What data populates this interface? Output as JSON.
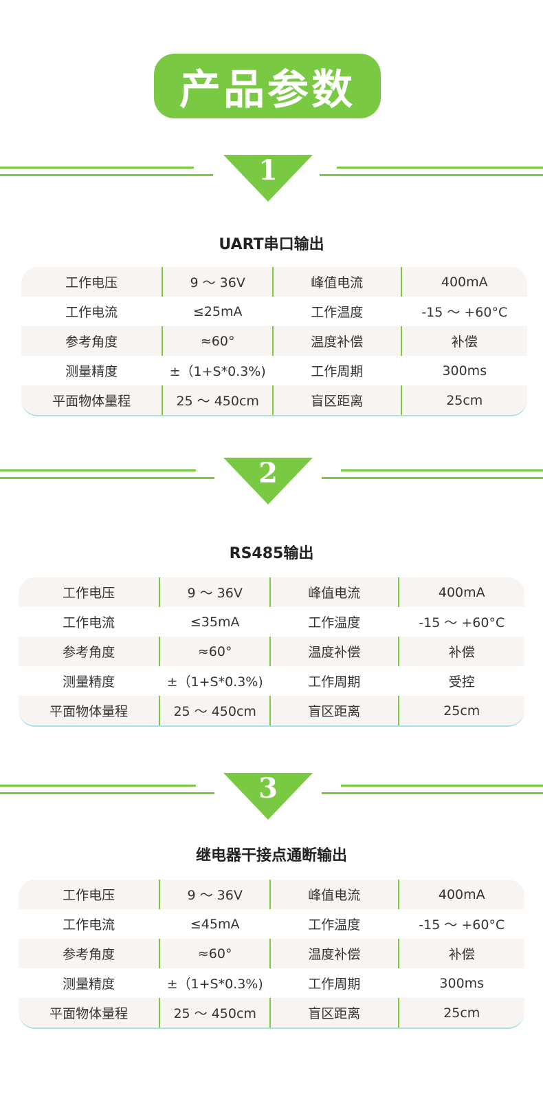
{
  "page_title": "产品参数",
  "colors": {
    "accent": "#79c943",
    "row_shade": "#f7f4f2",
    "bottom_line": "#a9dfe6"
  },
  "sections": [
    {
      "number": "1",
      "title": "UART串口输出",
      "rows": [
        [
          "工作电压",
          "9 ～ 36V",
          "峰值电流",
          "400mA"
        ],
        [
          "工作电流",
          "≤25mA",
          "工作温度",
          "-15 ～ +60°C"
        ],
        [
          "参考角度",
          "≈60°",
          "温度补偿",
          "补偿"
        ],
        [
          "测量精度",
          "±（1+S*0.3%)",
          "工作周期",
          "300ms"
        ],
        [
          "平面物体量程",
          "25 ～ 450cm",
          "盲区距离",
          "25cm"
        ]
      ]
    },
    {
      "number": "2",
      "title": "RS485输出",
      "rows": [
        [
          "工作电压",
          "9 ～ 36V",
          "峰值电流",
          "400mA"
        ],
        [
          "工作电流",
          "≤35mA",
          "工作温度",
          "-15 ～ +60°C"
        ],
        [
          "参考角度",
          "≈60°",
          "温度补偿",
          "补偿"
        ],
        [
          "测量精度",
          "±（1+S*0.3%)",
          "工作周期",
          "受控"
        ],
        [
          "平面物体量程",
          "25 ～ 450cm",
          "盲区距离",
          "25cm"
        ]
      ]
    },
    {
      "number": "3",
      "title": "继电器干接点通断输出",
      "rows": [
        [
          "工作电压",
          "9 ～ 36V",
          "峰值电流",
          "400mA"
        ],
        [
          "工作电流",
          "≤45mA",
          "工作温度",
          "-15 ～ +60°C"
        ],
        [
          "参考角度",
          "≈60°",
          "温度补偿",
          "补偿"
        ],
        [
          "测量精度",
          "±（1+S*0.3%)",
          "工作周期",
          "300ms"
        ],
        [
          "平面物体量程",
          "25 ～ 450cm",
          "盲区距离",
          "25cm"
        ]
      ]
    }
  ]
}
